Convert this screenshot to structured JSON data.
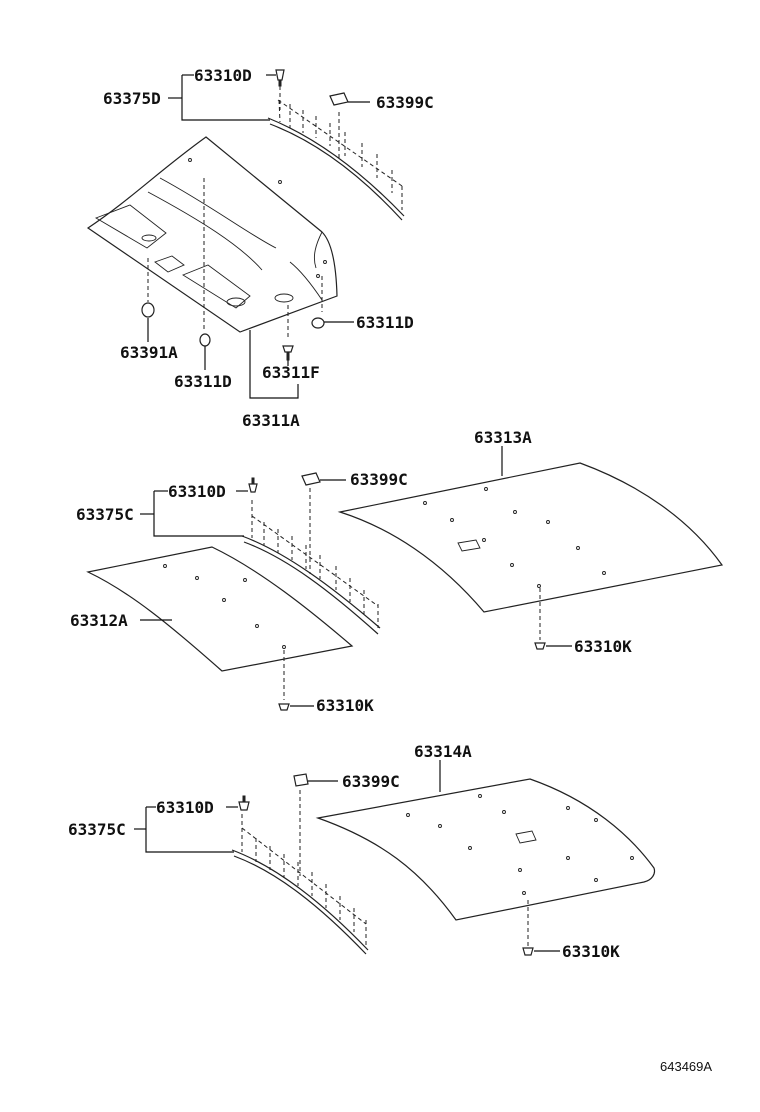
{
  "figure_id": "643469A",
  "groups": [
    {
      "callouts": {
        "retainer_assy": "63375D",
        "clip_top": "63310D",
        "nut": "63399C",
        "lamp_cap": "63391A",
        "clip_left": "63311D",
        "clip_right": "63311D",
        "screw": "63311F",
        "headliner": "63311A"
      }
    },
    {
      "callouts": {
        "retainer_assy": "63375C",
        "clip_top": "63310D",
        "nut": "63399C",
        "panel_rear": "63312A",
        "clip_bottom": "63310K",
        "panel_front": "63313A",
        "clip_panel": "63310K"
      }
    },
    {
      "callouts": {
        "retainer_assy": "63375C",
        "clip_top": "63310D",
        "nut": "63399C",
        "panel": "63314A",
        "clip_panel": "63310K"
      }
    }
  ]
}
